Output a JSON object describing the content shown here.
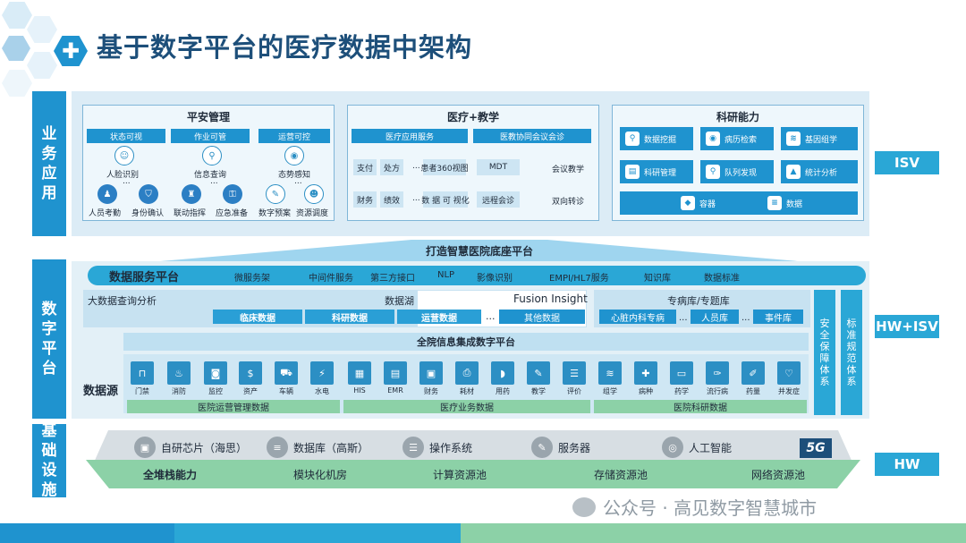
{
  "header": {
    "title": "基于数字平台的医疗数据中架构"
  },
  "left_labels": [
    "业务应用",
    "数字平台",
    "基础设施"
  ],
  "right_labels": [
    "ISV",
    "HW+ISV",
    "HW"
  ],
  "business": {
    "safety": {
      "title": "平安管理",
      "tags": [
        "状态可视",
        "作业可管",
        "运营可控"
      ],
      "row1": [
        "人脸识别",
        "信息查询",
        "态势感知"
      ],
      "ellipsis": "...",
      "row2": [
        "人员考勤",
        "身份确认",
        "联动指挥",
        "应急准备",
        "数字预案",
        "资源调度"
      ]
    },
    "medical": {
      "title": "医疗+教学",
      "tags": [
        "医疗应用服务",
        "医教协同会议会诊"
      ],
      "items1": [
        "支付",
        "处方",
        "患者360视图"
      ],
      "items2": [
        "财务",
        "绩效",
        "数 据 可 视化"
      ],
      "ellipsis": "...",
      "mdt": "MDT",
      "meeting": "会议教学",
      "remote": "远程会诊",
      "referral": "双向转诊"
    },
    "research": {
      "title": "科研能力",
      "tiles": [
        "数据挖掘",
        "病历检索",
        "基因组学",
        "科研管理",
        "队列发现",
        "统计分析"
      ],
      "container": "容器",
      "data": "数据"
    }
  },
  "platform": {
    "arrow_title": "打造智慧医院底座平台",
    "service_title": "数据服务平台",
    "services": [
      "微服务架",
      "中间件服务",
      "第三方接口",
      "NLP",
      "影像识别",
      "EMPI/HL7服务",
      "知识库",
      "数据标准"
    ],
    "bigdata": "大数据查询分析",
    "lake": "数据湖",
    "fusion": "Fusion Insight",
    "lake_items": [
      "临床数据",
      "科研数据",
      "运营数据"
    ],
    "ellipsis": "...",
    "other": "其他数据",
    "special": "专病库/专题库",
    "special_items": [
      "心脏内科专病",
      "人员库",
      "事件库"
    ],
    "integration": "全院信息集成数字平台",
    "source_label": "数据源",
    "sources": [
      "门禁",
      "消防",
      "监控",
      "资产",
      "车辆",
      "水电",
      "HIS",
      "EMR",
      "财务",
      "耗材",
      "用药",
      "教学",
      "评价",
      "组学",
      "病种",
      "药学",
      "流行病",
      "药量",
      "并发症"
    ],
    "source_groups": [
      "医院运营管理数据",
      "医疗业务数据",
      "医院科研数据"
    ],
    "security": "安全保障体系",
    "standard": "标准规范体系"
  },
  "infra": {
    "top": [
      "自研芯片（海思）",
      "数据库（高斯）",
      "操作系统",
      "服务器",
      "人工智能"
    ],
    "badge": "5G",
    "bottom": [
      "全堆栈能力",
      "模块化机房",
      "计算资源池",
      "存储资源池",
      "网络资源池"
    ]
  },
  "watermark": "公众号 · 高见数字智慧城市"
}
